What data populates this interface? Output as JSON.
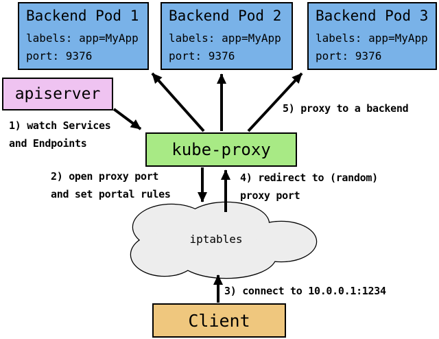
{
  "pods": [
    {
      "title": "Backend Pod 1",
      "labels": "labels: app=MyApp",
      "port": "port: 9376"
    },
    {
      "title": "Backend Pod 2",
      "labels": "labels: app=MyApp",
      "port": "port: 9376"
    },
    {
      "title": "Backend Pod 3",
      "labels": "labels: app=MyApp",
      "port": "port: 9376"
    }
  ],
  "nodes": {
    "apiserver": "apiserver",
    "kube_proxy": "kube-proxy",
    "iptables": "iptables",
    "client": "Client"
  },
  "annotations": {
    "step1": "1) watch Services\nand Endpoints",
    "step2": "2) open proxy port\nand set portal rules",
    "step3": "3) connect to 10.0.0.1:1234",
    "step4": "4) redirect to (random)\nproxy port",
    "step5": "5) proxy to a backend"
  },
  "colors": {
    "pod": "#79B2E8",
    "apiserver": "#EFC3F1",
    "kube_proxy": "#A8EA85",
    "client": "#EFC77E",
    "cloud": "#EDEDED",
    "stroke": "#000000"
  }
}
